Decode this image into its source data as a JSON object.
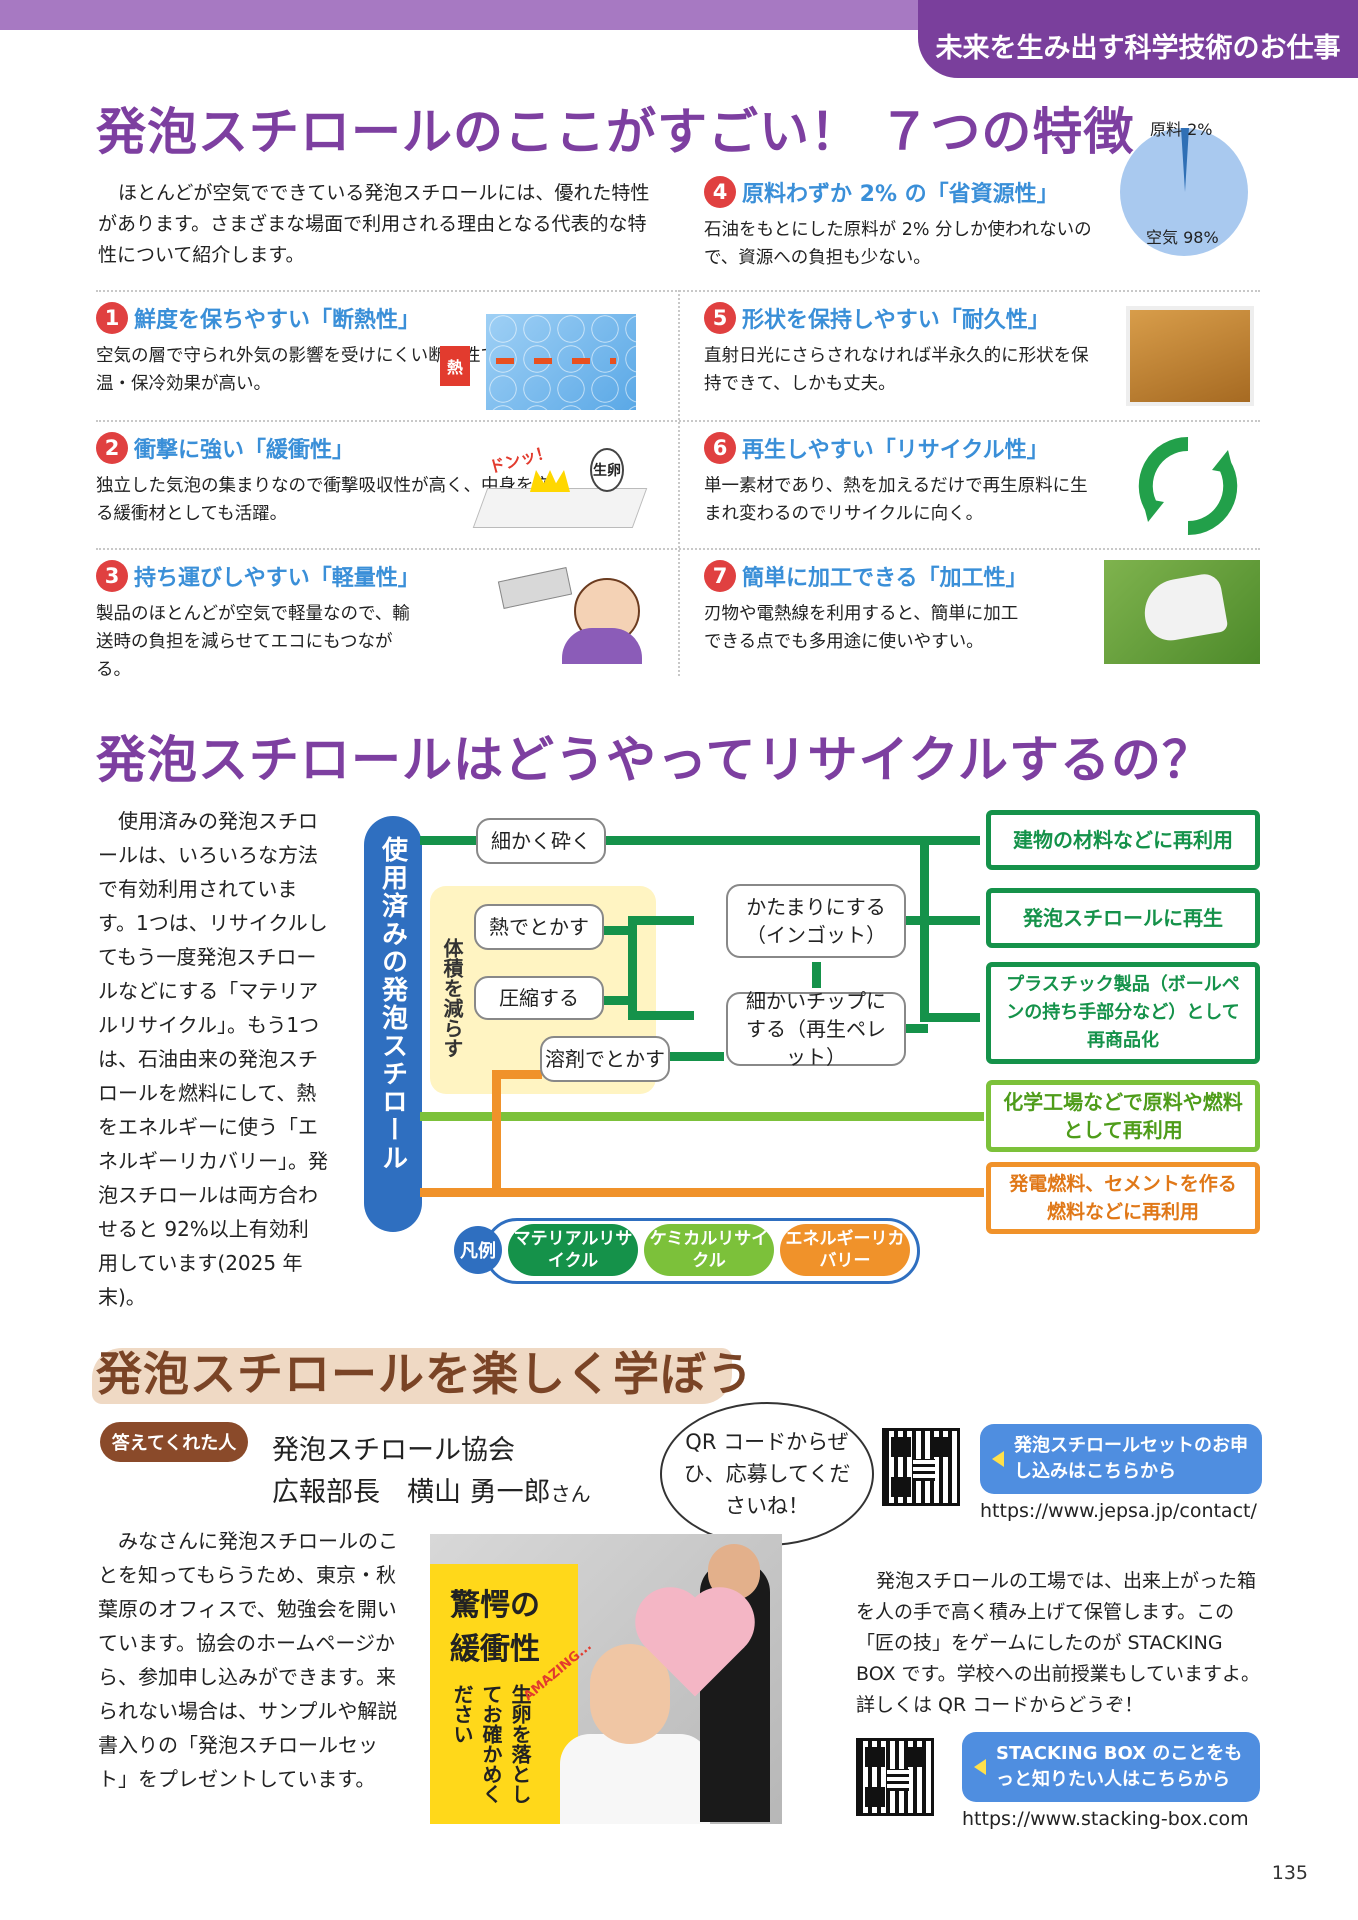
{
  "header": {
    "tab": "未来を生み出す科学技術のお仕事"
  },
  "section1": {
    "title": "発泡スチロールのここがすごい！ ７つの特徴",
    "intro": "ほとんどが空気でできている発泡スチロールには、優れた特性があります。さまざまな場面で利用される理由となる代表的な特性について紹介します。",
    "pie": {
      "raw_label": "原料 2%",
      "air_label": "空気 98%"
    },
    "features": [
      {
        "num": "1",
        "title": "鮮度を保ちやすい「断熱性」",
        "body": "空気の層で守られ外気の影響を受けにくい断熱性で、保温・保冷効果が高い。"
      },
      {
        "num": "2",
        "title": "衝撃に強い「緩衝性」",
        "body": "独立した気泡の集まりなので衝撃吸収性が高く、中身を守る緩衝材としても活躍。"
      },
      {
        "num": "3",
        "title": "持ち運びしやすい「軽量性」",
        "body": "製品のほとんどが空気で軽量なので、輸送時の負担を減らせてエコにもつながる。"
      },
      {
        "num": "4",
        "title": "原料わずか 2% の「省資源性」",
        "body": "石油をもとにした原料が 2% 分しか使われないので、資源への負担も少ない。"
      },
      {
        "num": "5",
        "title": "形状を保持しやすい「耐久性」",
        "body": "直射日光にさらされなければ半永久的に形状を保持できて、しかも丈夫。"
      },
      {
        "num": "6",
        "title": "再生しやすい「リサイクル性」",
        "body": "単一素材であり、熱を加えるだけで再生原料に生まれ変わるのでリサイクルに向く。"
      },
      {
        "num": "7",
        "title": "簡単に加工できる「加工性」",
        "body": "刃物や電熱線を利用すると、簡単に加工できる点でも多用途に使いやすい。"
      }
    ],
    "heat_label": "熱",
    "egg_label": "生卵",
    "don_label": "ドンッ！"
  },
  "section2": {
    "title": "発泡スチロールはどうやってリサイクルするの？",
    "body": "使用済みの発泡スチロールは、いろいろな方法で有効利用されています。1つは、リサイクルしてもう一度発泡スチロールなどにする「マテリアルリサイクル」。もう1つは、石油由来の発泡スチロールを燃料にして、熱をエネルギーに使う「エネルギーリカバリー」。発泡スチロールは両方合わせると 92%以上有効利用しています(2025 年末)。",
    "flow": {
      "start": "使用済みの発泡スチロール",
      "reduce": "体積を減らす",
      "crush": "細かく砕く",
      "melt": "熱でとかす",
      "compress": "圧縮する",
      "solvent": "溶剤でとかす",
      "ingot": "かたまりにする（インゴット）",
      "pellet": "細かいチップにする（再生ペレット）",
      "dest1": "建物の材料などに再利用",
      "dest2": "発泡スチロールに再生",
      "dest3": "プラスチック製品（ボールペンの持ち手部分など）として再商品化",
      "dest4": "化学工場などで原料や燃料として再利用",
      "dest5": "発電燃料、セメントを作る燃料などに再利用"
    },
    "legend": {
      "badge": "凡例",
      "material": "マテリアルリサイクル",
      "chemical": "ケミカルリサイクル",
      "energy": "エネルギーリカバリー"
    }
  },
  "section3": {
    "title": "発泡スチロールを楽しく学ぼう",
    "answer_badge": "答えてくれた人",
    "org": "発泡スチロール協会",
    "person": "広報部長　横山 勇一郎",
    "person_suffix": "さん",
    "bubble": "QR コードからぜひ、応募してくださいね！",
    "cta1": "発泡スチロールセットのお申し込みはこちらから",
    "url1": "https://www.jepsa.jp/contact/",
    "body_left": "みなさんに発泡スチロールのことを知ってもらうため、東京・秋葉原のオフィスで、勉強会を開いています。協会のホームページから、参加申し込みができます。来られない場合は、サンプルや解説書入りの「発泡スチロールセット」をプレゼントしています。",
    "body_right": "発泡スチロールの工場では、出来上がった箱を人の手で高く積み上げて保管します。この「匠の技」をゲームにしたのが STACKING BOX です。学校への出前授業もしていますよ。詳しくは QR コードからどうぞ！",
    "cta2": "STACKING BOX のことをもっと知りたい人はこちらから",
    "url2": "https://www.stacking-box.com",
    "poster_title": "驚愕の緩衝性",
    "poster_sub": "生卵を落としてお確かめください",
    "amazing": "AMAZING..."
  },
  "page_number": "135"
}
